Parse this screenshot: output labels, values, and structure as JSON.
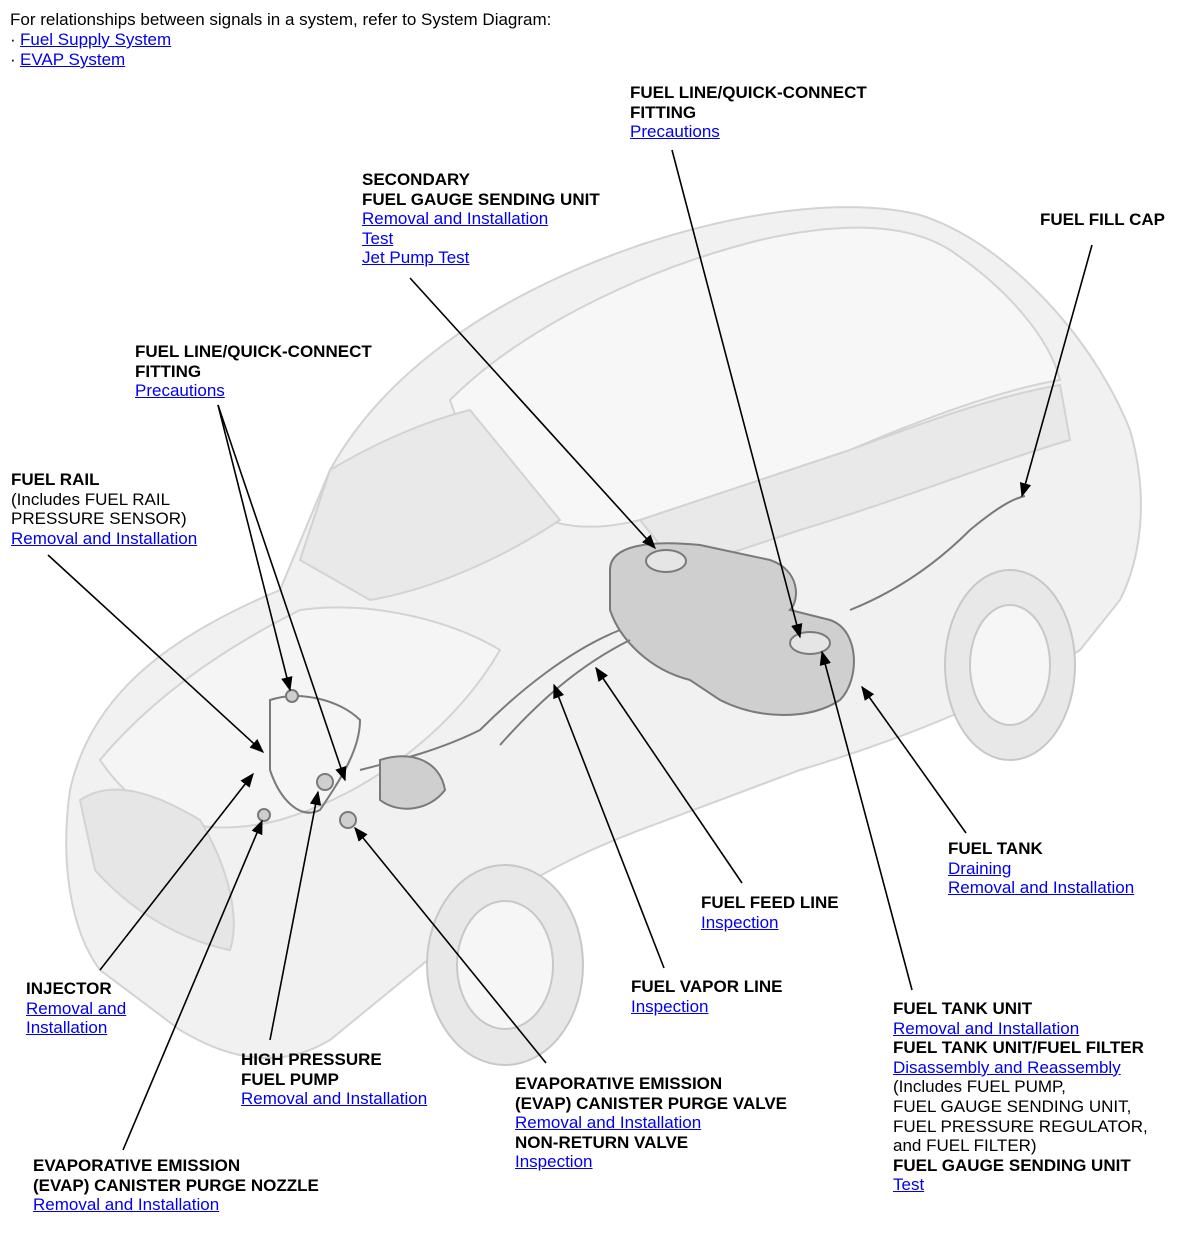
{
  "intro": {
    "text": "For relationships between signals in a system, refer to System Diagram:",
    "links": [
      "Fuel Supply System",
      "EVAP System"
    ]
  },
  "callouts": {
    "fuel_line_top": {
      "title1": "FUEL LINE/QUICK-CONNECT",
      "title2": "FITTING",
      "link1": "Precautions"
    },
    "secondary_gauge": {
      "title1": "SECONDARY",
      "title2": "FUEL GAUGE SENDING UNIT",
      "link1": "Removal and Installation",
      "link2": "Test",
      "link3": "Jet Pump Test"
    },
    "fuel_fill_cap": {
      "title1": "FUEL FILL CAP"
    },
    "fuel_line_left": {
      "title1": "FUEL LINE/QUICK-CONNECT",
      "title2": "FITTING",
      "link1": "Precautions"
    },
    "fuel_rail": {
      "title1": "FUEL RAIL",
      "note1": "(Includes FUEL RAIL",
      "note2": "PRESSURE SENSOR)",
      "link1": "Removal and Installation"
    },
    "fuel_tank": {
      "title1": "FUEL TANK",
      "link1": "Draining",
      "link2": "Removal and Installation"
    },
    "fuel_feed_line": {
      "title1": "FUEL FEED LINE",
      "link1": "Inspection"
    },
    "fuel_vapor_line": {
      "title1": "FUEL VAPOR LINE",
      "link1": "Inspection"
    },
    "injector": {
      "title1": "INJECTOR",
      "link1": "Removal and ",
      "link2": "Installation"
    },
    "high_pressure_pump": {
      "title1": "HIGH PRESSURE",
      "title2": "FUEL PUMP",
      "link1": "Removal and Installation"
    },
    "evap_purge_valve": {
      "title1": "EVAPORATIVE EMISSION",
      "title2": "(EVAP) CANISTER PURGE VALVE",
      "link1": "Removal and Installation",
      "title3": "NON-RETURN VALVE",
      "link2": "Inspection"
    },
    "fuel_tank_unit": {
      "title1": "FUEL TANK UNIT",
      "link1": "Removal and Installation",
      "title2": "FUEL TANK UNIT/FUEL FILTER",
      "link2": "Disassembly and Reassembly",
      "note1": "(Includes FUEL PUMP,",
      "note2": "FUEL GAUGE SENDING UNIT,",
      "note3": "FUEL PRESSURE REGULATOR,",
      "note4": "and FUEL FILTER)",
      "title3": "FUEL GAUGE SENDING UNIT",
      "link3": "Test"
    },
    "evap_purge_nozzle": {
      "title1": "EVAPORATIVE EMISSION",
      "title2": "(EVAP) CANISTER PURGE NOZZLE",
      "link1": "Removal and Installation"
    }
  }
}
